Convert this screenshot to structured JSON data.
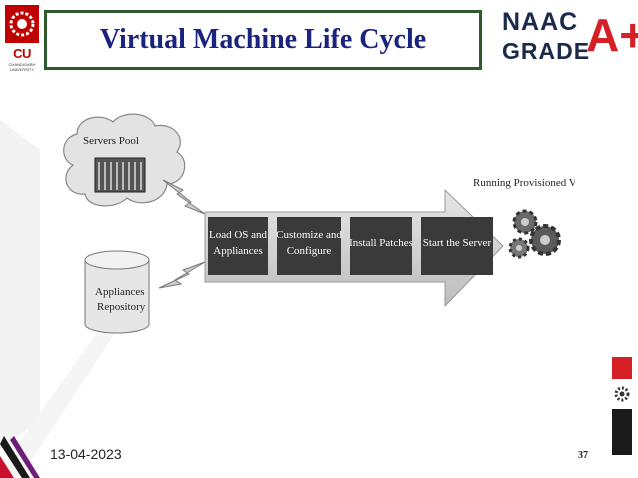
{
  "header": {
    "title": "Virtual Machine Life Cycle",
    "logo_text": "CU",
    "logo_subtext": "CHANDIGARH UNIVERSITY",
    "naac_word": "NAAC",
    "grade_word": "GRADE",
    "grade_value": "A+"
  },
  "diagram": {
    "servers_pool": "Servers Pool",
    "appliances_repository_line1": "Appliances",
    "appliances_repository_line2": "Repository",
    "steps": [
      {
        "line1": "Load OS and",
        "line2": "Appliances"
      },
      {
        "line1": "Customize and",
        "line2": "Configure"
      },
      {
        "line1": "Install Patches",
        "line2": ""
      },
      {
        "line1": "Start the Server",
        "line2": ""
      }
    ],
    "running_label": "Running Provisioned VM"
  },
  "footer": {
    "date": "13-04-2023",
    "page_number": "37"
  },
  "colors": {
    "title_text": "#1a237e",
    "title_border": "#2e5a2e",
    "brand_red": "#d41f26",
    "step_box": "#3a3a3a"
  }
}
